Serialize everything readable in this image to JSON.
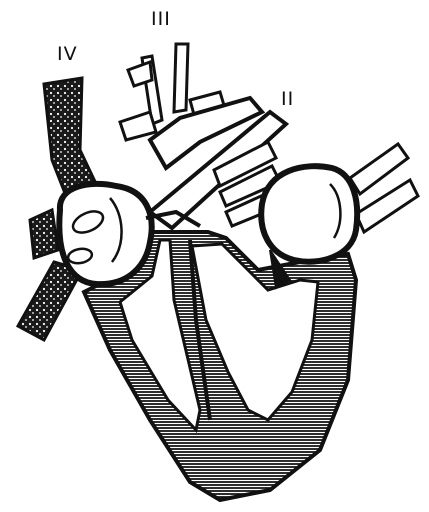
{
  "labels": {
    "label_iii": "III",
    "label_iv": "IV",
    "label_ii": "II"
  },
  "colors": {
    "ink": "#111111",
    "paper": "#ffffff"
  }
}
